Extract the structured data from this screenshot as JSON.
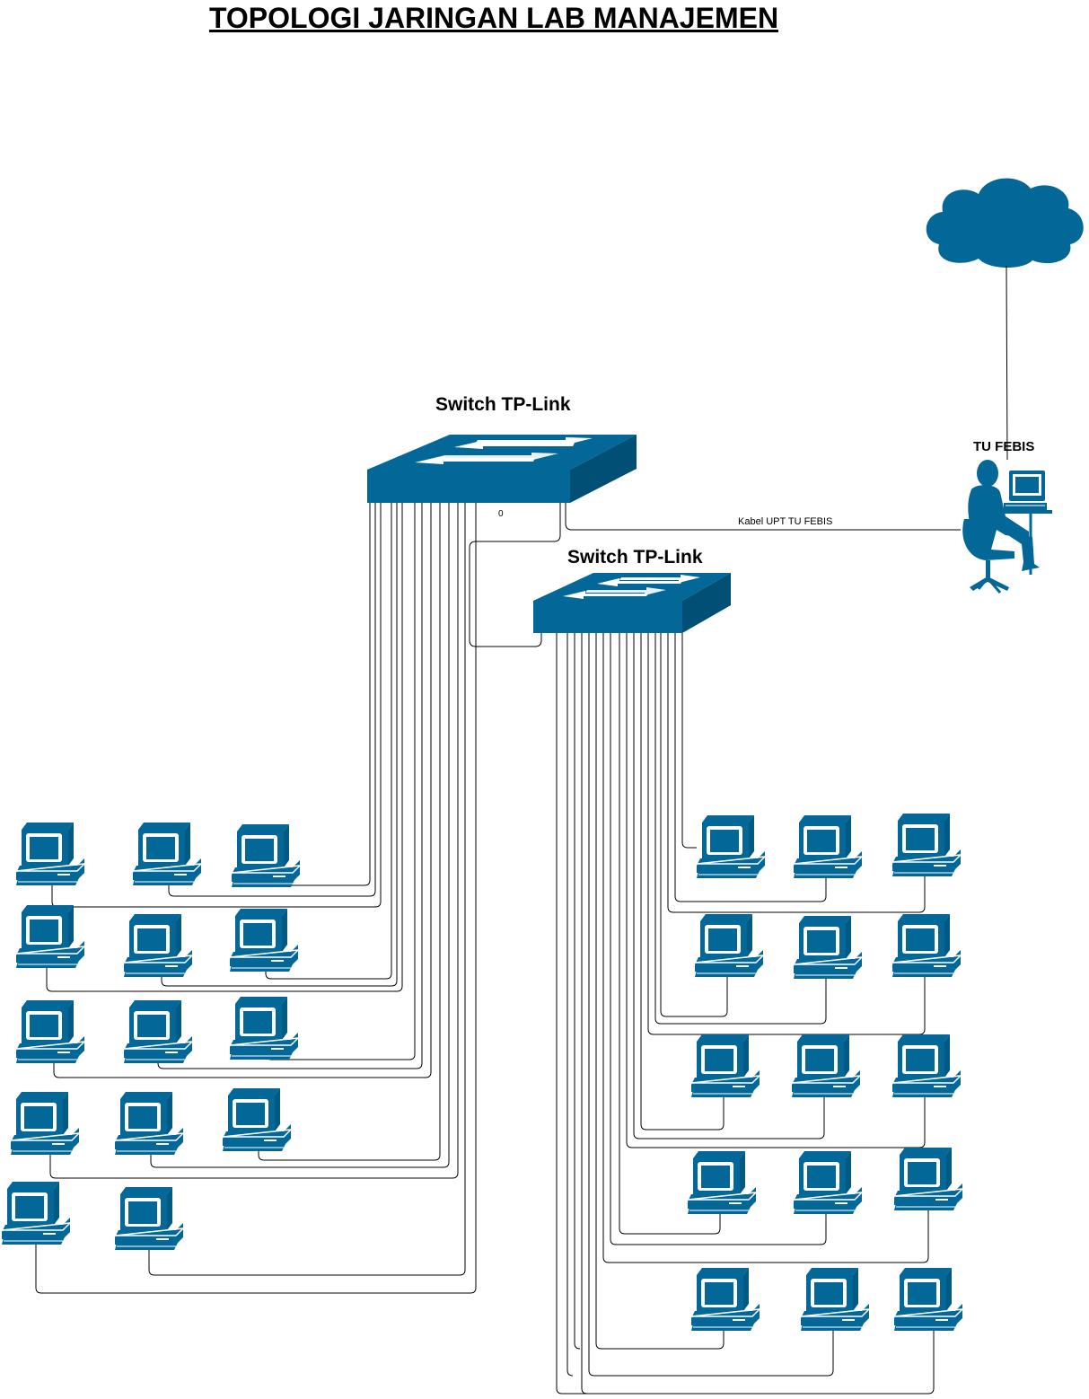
{
  "title": "TOPOLOGI JARINGAN LAB MANAJEMEN",
  "switch_main": {
    "label": "Switch TP-Link"
  },
  "switch_secondary": {
    "label": "Switch TP-Link"
  },
  "operator": {
    "label": "TU FEBIS"
  },
  "uplink_cable": {
    "label": "Kabel UPT TU FEBIS",
    "port_marker": "0"
  },
  "colors": {
    "device": "#036897",
    "device_light": "#ffffff",
    "cable": "#000000"
  },
  "icons": [
    "cloud-icon",
    "switch-icon",
    "workstation-icon",
    "user-at-computer-icon"
  ]
}
